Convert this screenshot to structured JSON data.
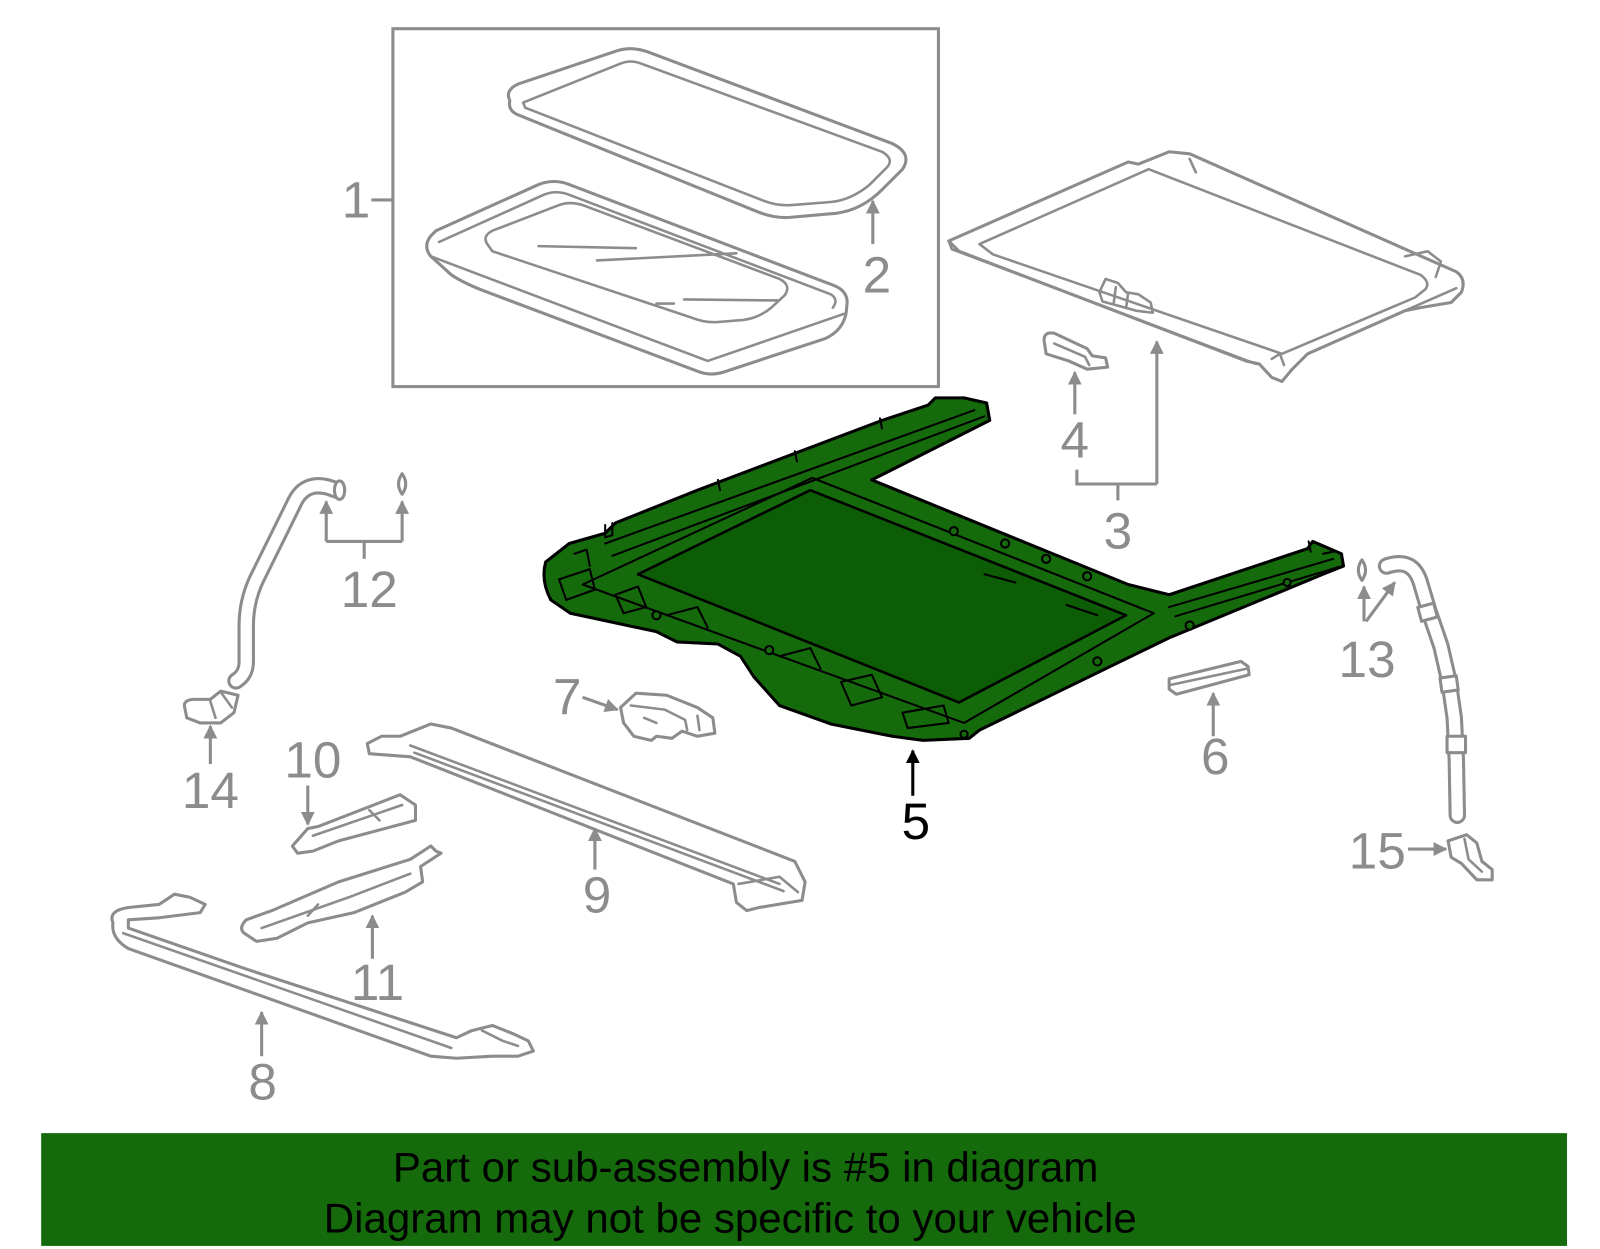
{
  "callouts": [
    {
      "number": "1"
    },
    {
      "number": "2"
    },
    {
      "number": "3"
    },
    {
      "number": "4"
    },
    {
      "number": "5",
      "highlighted": true
    },
    {
      "number": "6"
    },
    {
      "number": "7"
    },
    {
      "number": "8"
    },
    {
      "number": "9"
    },
    {
      "number": "10"
    },
    {
      "number": "11"
    },
    {
      "number": "12"
    },
    {
      "number": "13"
    },
    {
      "number": "14"
    },
    {
      "number": "15"
    }
  ],
  "banner": {
    "line1": "Part or sub-assembly is #5 in diagram",
    "line2": "Diagram may not be specific to your vehicle"
  },
  "colors": {
    "line": "#8c8c8c",
    "highlight": "#156b0c",
    "highlight_window": "#0d5c06",
    "banner": "#156b0c",
    "banner_text": "#000000",
    "highlight_label": "#000000"
  }
}
